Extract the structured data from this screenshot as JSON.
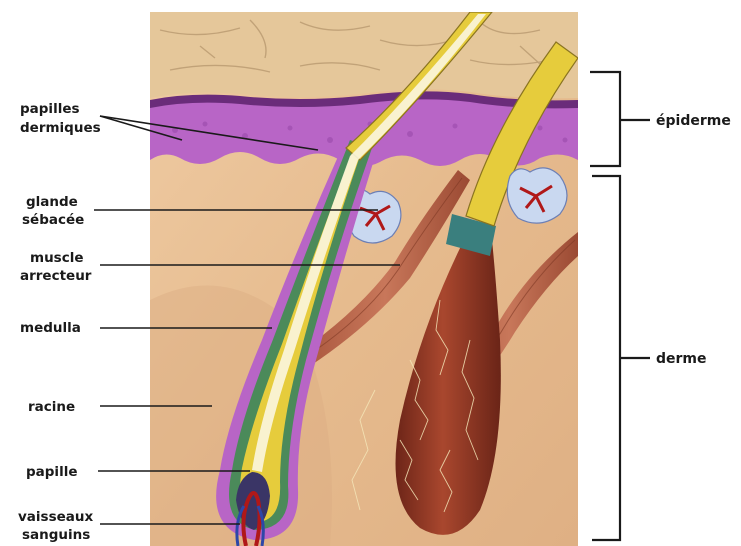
{
  "labels_left": {
    "papilles_l1": "papilles",
    "papilles_l2": "dermiques",
    "glande_l1": "glande",
    "glande_l2": "sébacée",
    "muscle_l1": "muscle",
    "muscle_l2": "arrecteur",
    "medulla": "medulla",
    "racine": "racine",
    "papille": "papille",
    "vaisseaux_l1": "vaisseaux",
    "vaisseaux_l2": "sanguins"
  },
  "labels_right": {
    "epiderme": "épiderme",
    "derme": "derme"
  },
  "colors": {
    "epidermis_surface": "#e5c79a",
    "basal_layer": "#b865c6",
    "dermis": "#eac39a",
    "hair_shaft": "#e6cc3c",
    "follicle_root": "#8a3322",
    "gland": "#c9d8f0",
    "vessel_red": "#b01818",
    "vessel_blue": "#2d47a8"
  }
}
